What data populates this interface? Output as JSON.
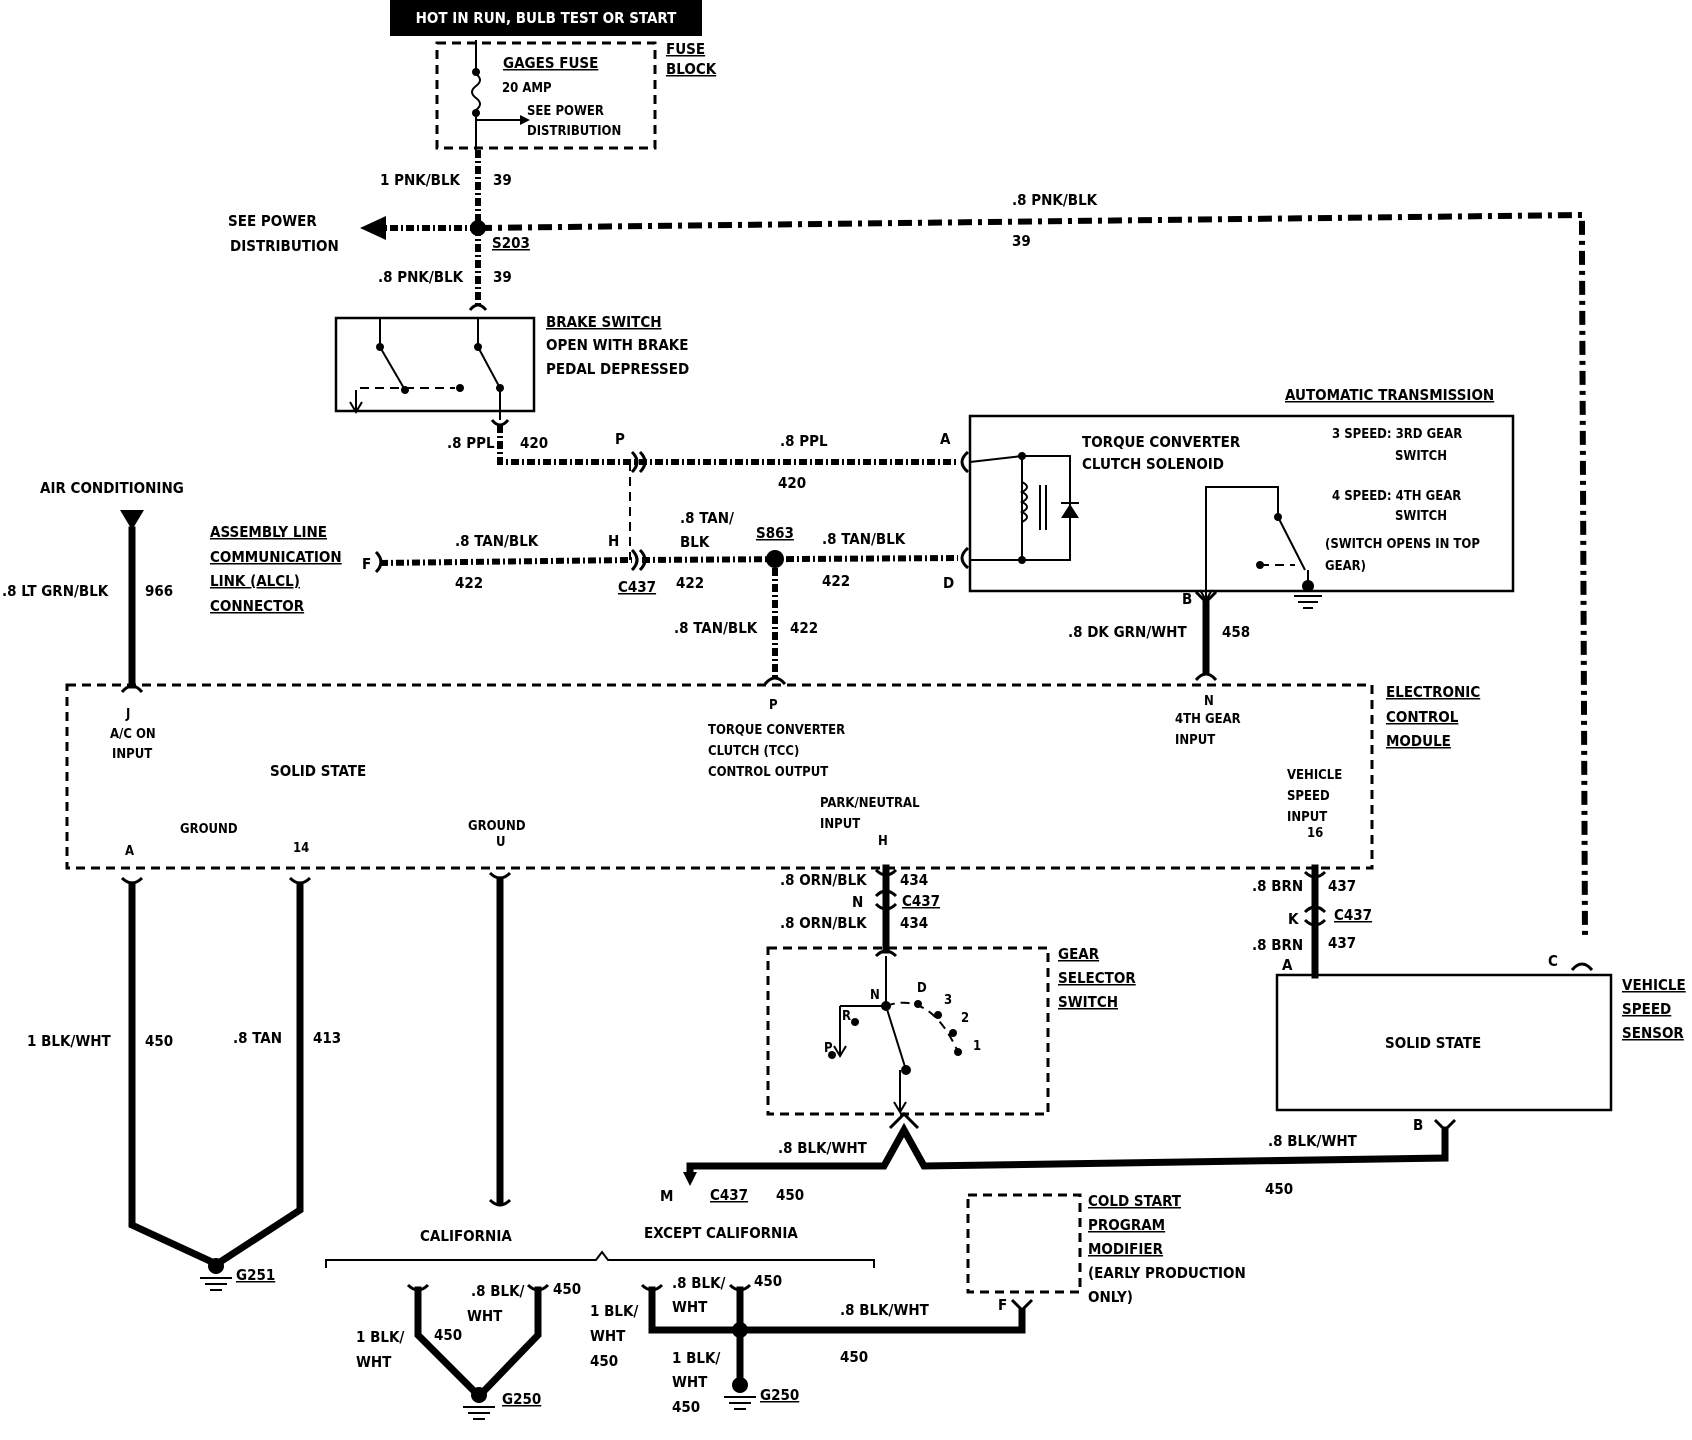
{
  "header": {
    "power_label": "HOT IN RUN, BULB TEST OR START"
  },
  "fuse": {
    "name": "GAGES FUSE",
    "rating": "20 AMP",
    "note_line1": "SEE POWER",
    "note_line2": "DISTRIBUTION",
    "block_line1": "FUSE",
    "block_line2": "BLOCK"
  },
  "wires": {
    "w39a_gauge": "1 PNK/BLK",
    "w39a_num": "39",
    "w39b_gauge": ".8 PNK/BLK",
    "w39b_num": "39",
    "w39c_gauge": ".8 PNK/BLK",
    "w39c_num": "39",
    "w420a_gauge": ".8 PPL",
    "w420a_num": "420",
    "w420b_gauge": ".8 PPL",
    "w420b_num": "420",
    "w422a_gauge": ".8 TAN/BLK",
    "w422a_num": "422",
    "w422b_gauge1": ".8 TAN/",
    "w422b_gauge2": "BLK",
    "w422b_num": "422",
    "w422c_gauge": ".8 TAN/BLK",
    "w422c_num": "422",
    "w422d_gauge": ".8 TAN/BLK",
    "w422d_num": "422",
    "w966_gauge": ".8 LT GRN/BLK",
    "w966_num": "966",
    "w458_gauge": ".8 DK GRN/WHT",
    "w458_num": "458",
    "w434a_gauge": ".8 ORN/BLK",
    "w434a_num": "434",
    "w434b_gauge": ".8 ORN/BLK",
    "w434b_num": "434",
    "w437a_gauge": ".8 BRN",
    "w437a_num": "437",
    "w437b_gauge": ".8 BRN",
    "w437b_num": "437",
    "w450a_gauge": "1 BLK/WHT",
    "w450a_num": "450",
    "w413_gauge": ".8 TAN",
    "w413_num": "413",
    "w450b_gauge": ".8 BLK/WHT",
    "w450b_num": "450",
    "w450c_gauge": ".8 BLK/WHT",
    "w450c_num": "450",
    "w450d_gauge": ".8 BLK/WHT",
    "w450d_num": "450"
  },
  "splices": {
    "s203": "S203",
    "s863": "S863"
  },
  "power_dist": {
    "line1": "SEE POWER",
    "line2": "DISTRIBUTION"
  },
  "brake_switch": {
    "title": "BRAKE SWITCH",
    "line1": "OPEN WITH BRAKE",
    "line2": "PEDAL DEPRESSED"
  },
  "transmission": {
    "title": "AUTOMATIC TRANSMISSION",
    "tcc_line1": "TORQUE CONVERTER",
    "tcc_line2": "CLUTCH SOLENOID",
    "sw3_line1": "3 SPEED: 3RD GEAR",
    "sw3_line2": "SWITCH",
    "sw4_line1": "4 SPEED: 4TH GEAR",
    "sw4_line2": "SWITCH",
    "note_line1": "(SWITCH OPENS IN TOP",
    "note_line2": "GEAR)"
  },
  "alcl": {
    "line1": "ASSEMBLY LINE",
    "line2": "COMMUNICATION",
    "line3": "LINK (ALCL)",
    "line4": "CONNECTOR"
  },
  "air_conditioning": "AIR CONDITIONING",
  "ecm": {
    "title_line1": "ELECTRONIC",
    "title_line2": "CONTROL",
    "title_line3": "MODULE",
    "solid_state": "SOLID STATE",
    "ac_line1": "A/C ON",
    "ac_line2": "INPUT",
    "tcc_line1": "TORQUE CONVERTER",
    "tcc_line2": "CLUTCH (TCC)",
    "tcc_line3": "CONTROL OUTPUT",
    "gear4_line1": "4TH GEAR",
    "gear4_line2": "INPUT",
    "vs_line1": "VEHICLE",
    "vs_line2": "SPEED",
    "vs_line3": "INPUT",
    "pn_line1": "PARK/NEUTRAL",
    "pn_line2": "INPUT",
    "ground1": "GROUND",
    "ground2": "GROUND"
  },
  "pins": {
    "P": "P",
    "A": "A",
    "H": "H",
    "F": "F",
    "D": "D",
    "B": "B",
    "J": "J",
    "N": "N",
    "A2": "A",
    "14": "14",
    "U": "U",
    "16": "16",
    "H2": "H",
    "K": "K",
    "C": "C",
    "M": "M",
    "N2": "N",
    "P2": "P"
  },
  "connectors": {
    "c437a": "C437",
    "c437b": "C437",
    "c437c": "C437",
    "c437d": "C437"
  },
  "gear_selector": {
    "title_line1": "GEAR",
    "title_line2": "SELECTOR",
    "title_line3": "SWITCH",
    "pos_P": "P",
    "pos_R": "R",
    "pos_N": "N",
    "pos_D": "D",
    "pos_3": "3",
    "pos_2": "2",
    "pos_1": "1"
  },
  "vss": {
    "title_line1": "VEHICLE",
    "title_line2": "SPEED",
    "title_line3": "SENSOR",
    "solid_state": "SOLID STATE"
  },
  "cold_start": {
    "line1": "COLD START",
    "line2": "PROGRAM",
    "line3": "MODIFIER",
    "line4": "(EARLY PRODUCTION",
    "line5": "ONLY)"
  },
  "grounds": {
    "g251": "G251",
    "g250a": "G250",
    "g250b": "G250"
  },
  "regions": {
    "california": "CALIFORNIA",
    "except_california": "EXCEPT CALIFORNIA"
  },
  "ground_wires": {
    "cal_left1": "1 BLK/",
    "cal_left2": "WHT",
    "cal_left_num": "450",
    "cal_right1": ".8 BLK/",
    "cal_right2": "WHT",
    "cal_right_num": "450",
    "ex_left1": "1 BLK/",
    "ex_left2": "WHT",
    "ex_left_num": "450",
    "ex_top1": ".8 BLK/",
    "ex_top2": "WHT",
    "ex_top_num": "450",
    "ex_bot1": "1 BLK/",
    "ex_bot2": "WHT",
    "ex_bot_num": "450",
    "ex_right_gauge": ".8 BLK/WHT",
    "ex_right_num": "450"
  }
}
